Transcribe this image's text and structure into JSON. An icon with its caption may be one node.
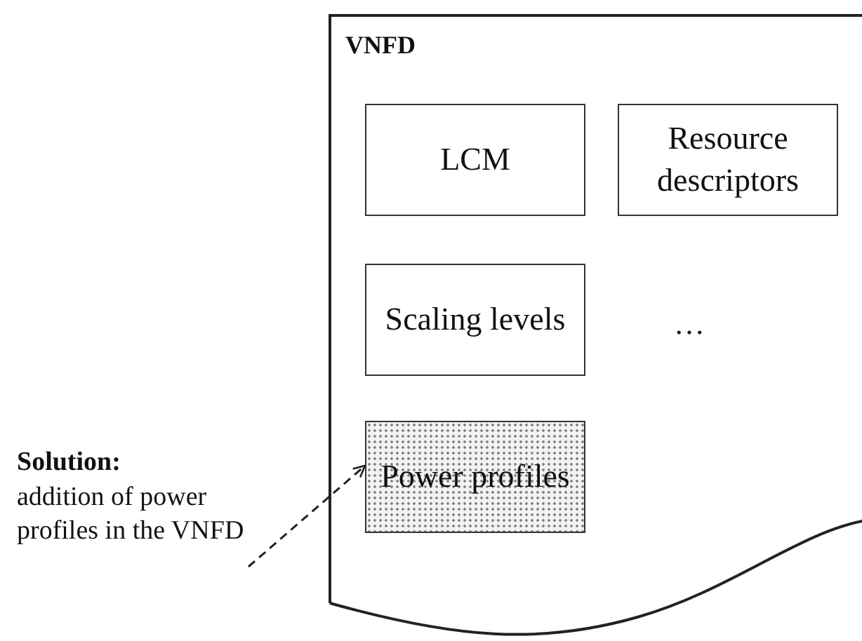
{
  "diagram": {
    "nodes": [
      {
        "text": [
          "VNFD"
        ]
      },
      {
        "text": [
          "LCM"
        ],
        "in": 0
      },
      {
        "text": [
          "Resource descriptors"
        ],
        "in": 0
      },
      {
        "text": [
          "Scaling levels"
        ],
        "in": 0
      },
      {
        "text": [
          "Power profiles"
        ],
        "in": 0
      },
      {
        "text": [
          "Solution:",
          "addition of power profiles in the VNFD"
        ]
      }
    ],
    "edges": [
      {
        "from": 5,
        "to": 4,
        "arrow": "to",
        "style": "dashed"
      }
    ],
    "labels": [
      "…"
    ]
  }
}
